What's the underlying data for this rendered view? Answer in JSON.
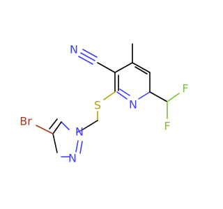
{
  "molecule": {
    "atoms": {
      "nitrile_N": {
        "label": "N",
        "color": "#3d3dff"
      },
      "pyridine_N": {
        "label": "N",
        "color": "#3d3dff"
      },
      "sulfur": {
        "label": "S",
        "color": "#b8a000"
      },
      "fluorine_top": {
        "label": "F",
        "color": "#7dc23a"
      },
      "fluorine_bottom": {
        "label": "F",
        "color": "#7dc23a"
      },
      "bromine": {
        "label": "Br",
        "color": "#a33b1a"
      },
      "pyrazole_N1": {
        "label": "N",
        "color": "#3d3dff"
      },
      "pyrazole_N2": {
        "label": "N",
        "color": "#3d3dff"
      }
    }
  }
}
